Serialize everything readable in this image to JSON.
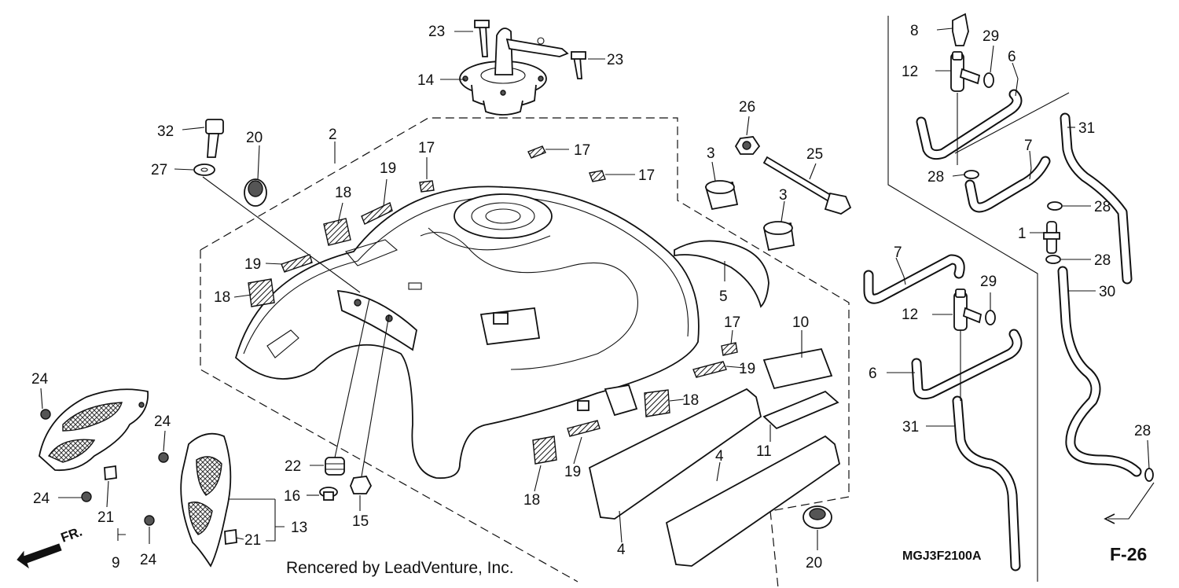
{
  "callouts": {
    "c1": "1",
    "c2": "2",
    "c3a": "3",
    "c3b": "3",
    "c4a": "4",
    "c4b": "4",
    "c5": "5",
    "c6a": "6",
    "c6b": "6",
    "c7a": "7",
    "c7b": "7",
    "c8": "8",
    "c9": "9",
    "c10": "10",
    "c11": "11",
    "c12a": "12",
    "c12b": "12",
    "c13": "13",
    "c14": "14",
    "c15": "15",
    "c16": "16",
    "c17a": "17",
    "c17b": "17",
    "c17c": "17",
    "c17d": "17",
    "c18a": "18",
    "c18b": "18",
    "c18c": "18",
    "c18d": "18",
    "c19a": "19",
    "c19b": "19",
    "c19c": "19",
    "c19d": "19",
    "c20a": "20",
    "c20b": "20",
    "c21a": "21",
    "c21b": "21",
    "c22": "22",
    "c23a": "23",
    "c23b": "23",
    "c24a": "24",
    "c24b": "24",
    "c24c": "24",
    "c24d": "24",
    "c25": "25",
    "c26": "26",
    "c27": "27",
    "c28a": "28",
    "c28b": "28",
    "c28c": "28",
    "c28d": "28",
    "c29a": "29",
    "c29b": "29",
    "c30": "30",
    "c31a": "31",
    "c31b": "31",
    "c32": "32"
  },
  "footer": {
    "credit": "Rencered by LeadVenture, Inc.",
    "diagram_code": "MGJ3F2100A",
    "ref_label": "F-26",
    "front_label": "FR."
  }
}
